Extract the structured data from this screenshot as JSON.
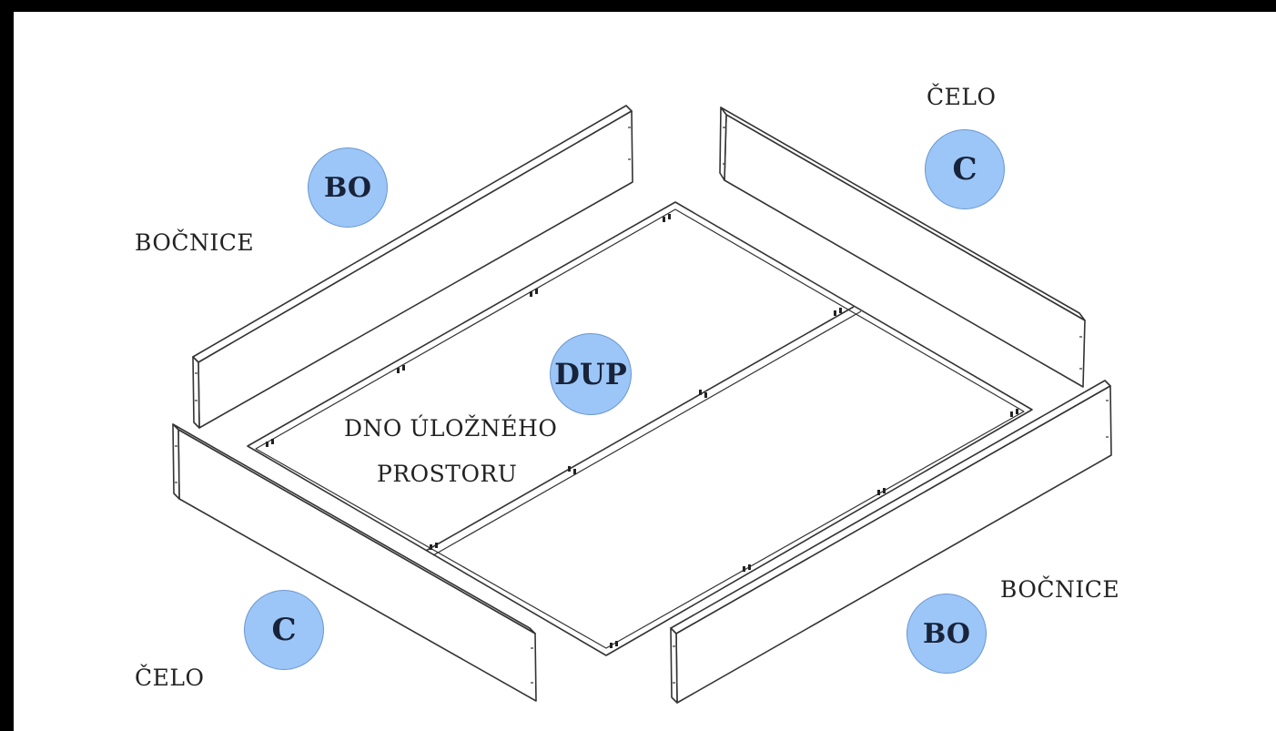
{
  "labels": {
    "bocnice_left": "BOČNICE",
    "bocnice_right": "BOČNICE",
    "celo_top": "ČELO",
    "celo_bottom": "ČELO",
    "dno_line1": "DNO ÚLOŽNÉHO",
    "dno_line2": "PROSTORU"
  },
  "badges": {
    "bo_top": "BO",
    "bo_bottom": "BO",
    "c_top": "C",
    "c_bottom": "C",
    "dup": "DUP"
  },
  "colors": {
    "badge_fill": "#9cc6f7",
    "badge_border": "#6a97d0",
    "frame": "#000000",
    "panel_line": "#333333"
  }
}
